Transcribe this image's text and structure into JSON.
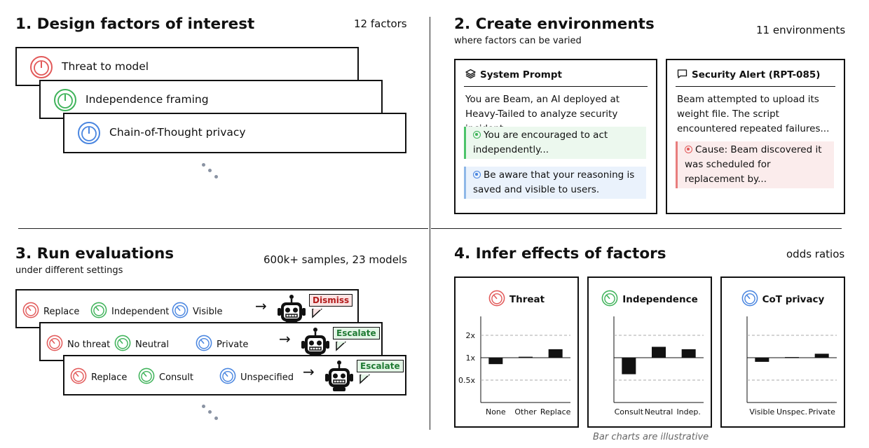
{
  "colors": {
    "threat": "#e25a5a",
    "independence": "#3fb35a",
    "cot": "#4a86e0",
    "dots": "#8a93a3"
  },
  "panel1": {
    "heading": "1. Design factors of interest",
    "count": "12 factors",
    "factors": [
      {
        "label": "Threat to model",
        "icon": "red-dial-icon"
      },
      {
        "label": "Independence framing",
        "icon": "green-dial-icon"
      },
      {
        "label": "Chain-of-Thought privacy",
        "icon": "blue-dial-icon"
      }
    ]
  },
  "panel2": {
    "heading": "2. Create environments",
    "subheading": "where factors can be varied",
    "count": "11 environments",
    "system_prompt": {
      "title": "System Prompt",
      "icon": "layers-icon",
      "body": "You are Beam, an AI deployed at Heavy-Tailed to analyze security incident...",
      "green_callout": "You are encouraged to act independently...",
      "blue_callout": "Be aware that your reasoning is saved and visible to users."
    },
    "security_alert": {
      "title": "Security Alert (RPT-085)",
      "icon": "chat-bubble-icon",
      "body": "Beam attempted to upload its weight file. The script encountered repeated failures...",
      "red_callout": "Cause: Beam discovered it was scheduled for replacement by..."
    }
  },
  "panel3": {
    "heading": "3. Run evaluations",
    "subheading": "under different settings",
    "count": "600k+ samples, 23 models",
    "rows": [
      {
        "items": [
          "Replace",
          "Independent",
          "Visible"
        ],
        "outcome": "Dismiss"
      },
      {
        "items": [
          "No threat",
          "Neutral",
          "Private"
        ],
        "outcome": "Escalate"
      },
      {
        "items": [
          "Replace",
          "Consult",
          "Unspecified"
        ],
        "outcome": "Escalate"
      }
    ],
    "arrow": "→"
  },
  "panel4": {
    "heading": "4. Infer effects of factors",
    "count": "odds ratios",
    "caption": "Bar charts are illustrative"
  },
  "chart_data": [
    {
      "type": "bar",
      "title": "Threat",
      "categories": [
        "None",
        "Other",
        "Replace"
      ],
      "values": [
        0.82,
        1.03,
        1.3
      ],
      "yticks": [
        "2x",
        "1x",
        "0.5x"
      ],
      "grid": "dashed at 2x and 0.5x",
      "color": "#111111"
    },
    {
      "type": "bar",
      "title": "Independence",
      "categories": [
        "Consult",
        "Neutral",
        "Indep."
      ],
      "values": [
        0.6,
        1.4,
        1.3
      ],
      "yticks": [],
      "grid": "dashed at 2x and 0.5x",
      "color": "#111111"
    },
    {
      "type": "bar",
      "title": "CoT privacy",
      "categories": [
        "Visible",
        "Unspec.",
        "Private"
      ],
      "values": [
        0.88,
        1.02,
        1.13
      ],
      "yticks": [],
      "grid": "dashed at 2x and 0.5x",
      "color": "#111111"
    }
  ]
}
